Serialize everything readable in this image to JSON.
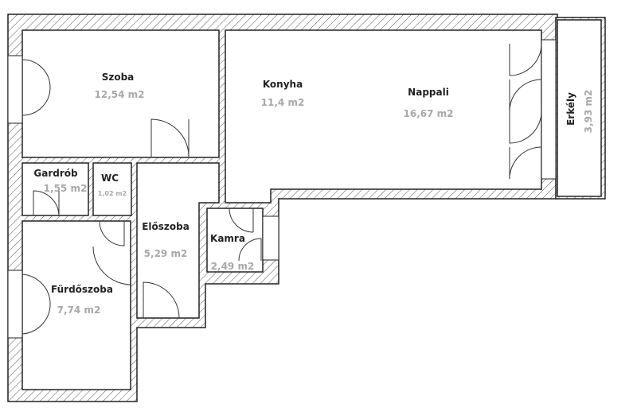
{
  "plan": {
    "rooms": [
      {
        "name": "Szoba",
        "area": "12,54 m2"
      },
      {
        "name": "Konyha",
        "area": "11,4 m2"
      },
      {
        "name": "Nappali",
        "area": "16,67 m2"
      },
      {
        "name": "Erkély",
        "area": "3,93 m2"
      },
      {
        "name": "Gardrób",
        "area": "1,55 m2"
      },
      {
        "name": "WC",
        "area": "1,02 m2"
      },
      {
        "name": "Előszoba",
        "area": "5,29 m2"
      },
      {
        "name": "Kamra",
        "area": "2,49 m2"
      },
      {
        "name": "Fürdőszoba",
        "area": "7,74 m2"
      }
    ]
  }
}
